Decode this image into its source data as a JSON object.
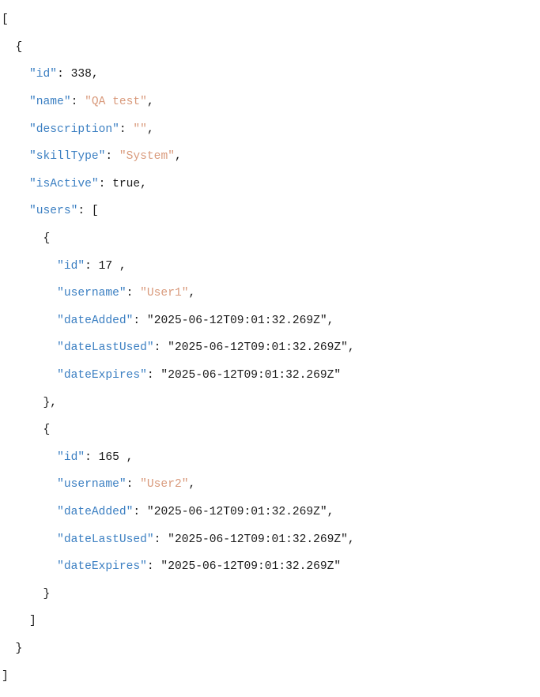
{
  "record": {
    "id": "338",
    "name": "QA test",
    "description": "",
    "skillType": "System",
    "isActive": "true",
    "users": [
      {
        "id": "17 ",
        "username": "User1",
        "dateAdded": "2025-06-12T09:01:32.269Z",
        "dateLastUsed": "2025-06-12T09:01:32.269Z",
        "dateExpires": "2025-06-12T09:01:32.269Z"
      },
      {
        "id": "165 ",
        "username": "User2",
        "dateAdded": "2025-06-12T09:01:32.269Z",
        "dateLastUsed": "2025-06-12T09:01:32.269Z",
        "dateExpires": "2025-06-12T09:01:32.269Z"
      }
    ]
  },
  "keys": {
    "id": "\"id\"",
    "name": "\"name\"",
    "description": "\"description\"",
    "skillType": "\"skillType\"",
    "isActive": "\"isActive\"",
    "users": "\"users\"",
    "username": "\"username\"",
    "dateAdded": "\"dateAdded\"",
    "dateLastUsed": "\"dateLastUsed\"",
    "dateExpires": "\"dateExpires\""
  },
  "colors": {
    "key": "#3b7fc2",
    "string": "#d99a7c",
    "plain": "#1a1a1a",
    "background": "#ffffff"
  }
}
